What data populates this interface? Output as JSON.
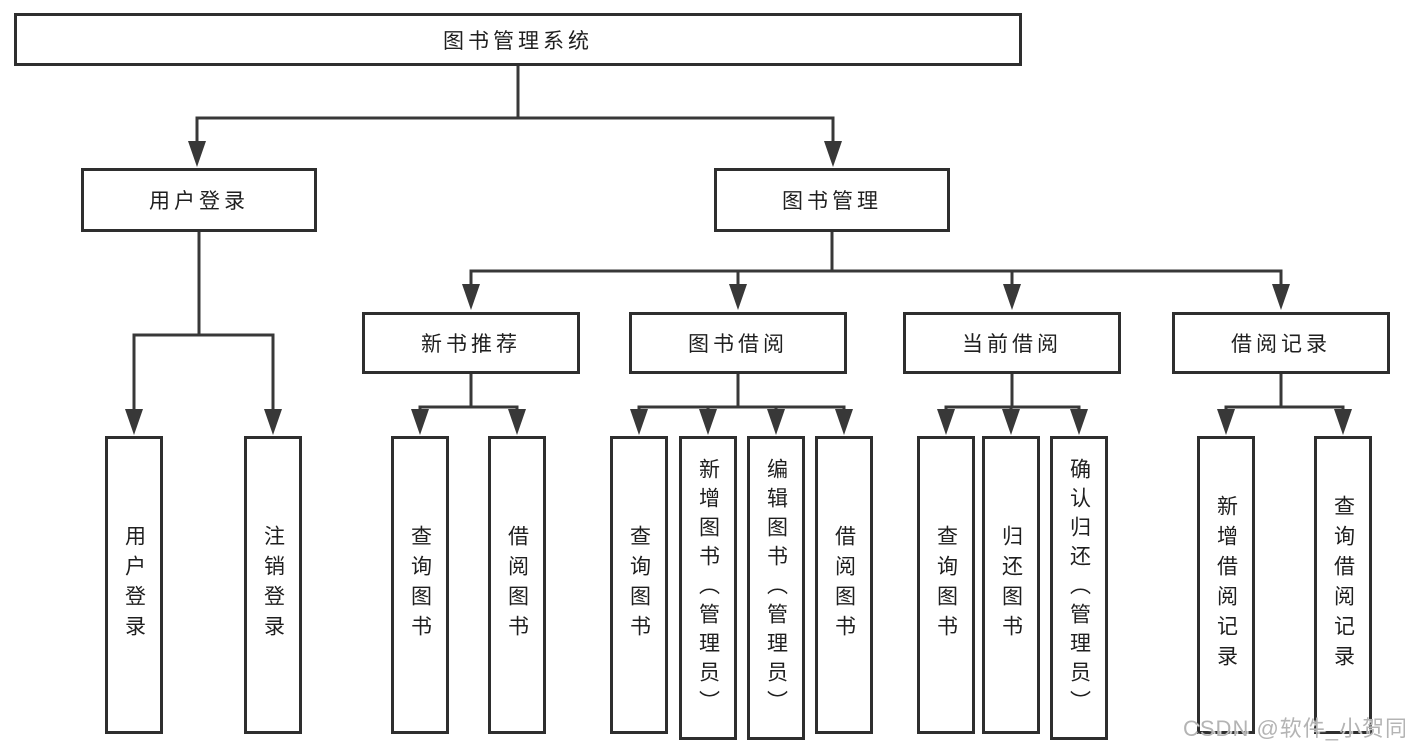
{
  "tree": {
    "label": "图书管理系统",
    "children": [
      {
        "label": "用户登录",
        "children": [
          {
            "label": "用户登录"
          },
          {
            "label": "注销登录"
          }
        ]
      },
      {
        "label": "图书管理",
        "children": [
          {
            "label": "新书推荐",
            "children": [
              {
                "label": "查询图书"
              },
              {
                "label": "借阅图书"
              }
            ]
          },
          {
            "label": "图书借阅",
            "children": [
              {
                "label": "查询图书"
              },
              {
                "label": "新增图书（管理员）"
              },
              {
                "label": "编辑图书（管理员）"
              },
              {
                "label": "借阅图书"
              }
            ]
          },
          {
            "label": "当前借阅",
            "children": [
              {
                "label": "查询图书"
              },
              {
                "label": "归还图书"
              },
              {
                "label": "确认归还（管理员）"
              }
            ]
          },
          {
            "label": "借阅记录",
            "children": [
              {
                "label": "新增借阅记录"
              },
              {
                "label": "查询借阅记录"
              }
            ]
          }
        ]
      }
    ]
  },
  "watermark": {
    "text": "CSDN @软件_小贺同学"
  },
  "colors": {
    "line": "#383838",
    "box_border": "#2e2e2e",
    "text": "#1f1f1f",
    "watermark": "#b4b4b4",
    "background": "#ffffff"
  }
}
